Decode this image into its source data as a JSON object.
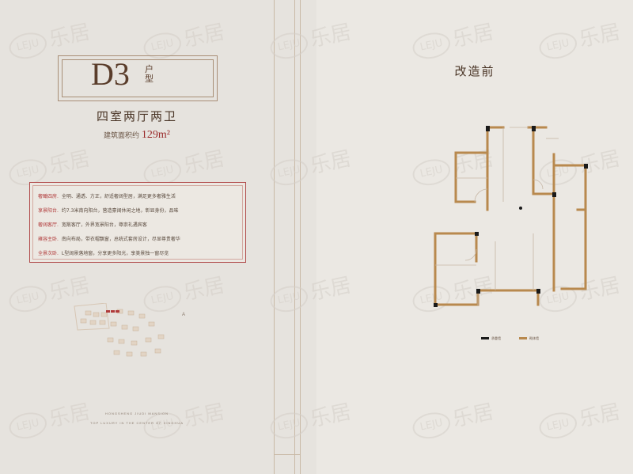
{
  "left_page": {
    "unit_code": "D3",
    "unit_suffix": "户型",
    "layout": "四室两厅两卫",
    "area_label": "建筑面积约",
    "area_value": "129m²",
    "features": [
      {
        "key": "奢瞰四房.",
        "text": "全明、通透、方正，舒适奢阔型居，满足更多奢雅生活"
      },
      {
        "key": "享景阳台.",
        "text": "约7.3米南向阳台，营造豪阔休闲之地，彰显身份，品味"
      },
      {
        "key": "奢阔客厅.",
        "text": "宽敞客厅，外界宽景阳台，尊崇礼遇宾客"
      },
      {
        "key": "雍容主卧.",
        "text": "南向布局，带衣帽飘窗，总统式套房设计，尽显尊贵奢华"
      },
      {
        "key": "全景次卧.",
        "text": "L型阔景落地窗，分享更多阳光，享美景独一窗尽览"
      }
    ],
    "tagline_1": "HONGSHENG JIUDI MANSION",
    "tagline_2": "TOP LUXURY IN THE CENTER OF XINGHUA"
  },
  "right_page": {
    "title": "改造前",
    "legend": [
      {
        "label": "承重墙",
        "color": "#1a1a1a"
      },
      {
        "label": "砌体墙",
        "color": "#b8894e"
      }
    ]
  },
  "watermark": {
    "logo": "LEJU",
    "text": "乐居"
  },
  "colors": {
    "wall": "#b8894e",
    "accent": "#b03a3a",
    "frame": "#c9b9a6"
  }
}
